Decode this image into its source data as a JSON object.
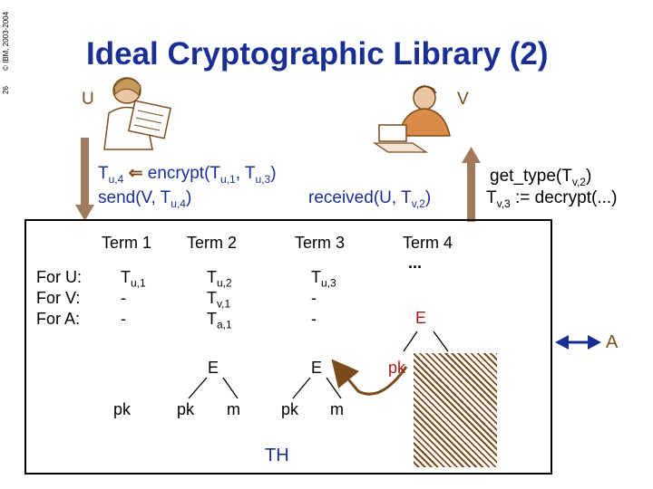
{
  "sidebar": {
    "page_number": "26",
    "copyright": "© IBM, 2003-2004"
  },
  "title": "Ideal Cryptographic Library (2)",
  "parties": {
    "u": "U",
    "v": "V",
    "a": "A"
  },
  "ops_u": {
    "line1_t": "T",
    "line1_sub": "u,4",
    "line1_mid": " encrypt(T",
    "line1_sub2": "u,1",
    "line1_mid2": ", T",
    "line1_sub3": "u,3",
    "line1_end": ")",
    "line2_a": "send(V, T",
    "line2_sub": "u,4",
    "line2_end": ")"
  },
  "op_received": {
    "a": "received(U, T",
    "sub": "v,2",
    "end": ")"
  },
  "ops_v": {
    "line1_a": "get_type(T",
    "line1_sub": "v,2",
    "line1_end": ")",
    "line2_t": "T",
    "line2_sub": "v,3",
    "line2_end": " := decrypt(...)"
  },
  "table": {
    "headers": [
      "Term 1",
      "Term 2",
      "Term 3",
      "Term 4"
    ],
    "row_labels": [
      "For U:",
      "For V:",
      "For A:"
    ],
    "col1": {
      "t": "T",
      "sub": "u,1",
      "r2": "-",
      "r3": "-"
    },
    "col2": {
      "r1t": "T",
      "r1s": "u,2",
      "r2t": "T",
      "r2s": "v,1",
      "r3t": "T",
      "r3s": "a,1"
    },
    "col3": {
      "t": "T",
      "sub": "u,3",
      "r2": "-",
      "r3": "-"
    },
    "col4": {
      "dots": "...",
      "e": "E",
      "pk": "pk"
    }
  },
  "trees": {
    "term2": {
      "root": "E",
      "left": "pk",
      "right": "m"
    },
    "term1_leaf": "pk",
    "term3": {
      "root": "E",
      "left": "pk",
      "right": "m"
    }
  },
  "th_label": "TH",
  "colors": {
    "title": "#1a2f93",
    "brown": "#7a4c1c",
    "arrow": "#a27a5c"
  }
}
